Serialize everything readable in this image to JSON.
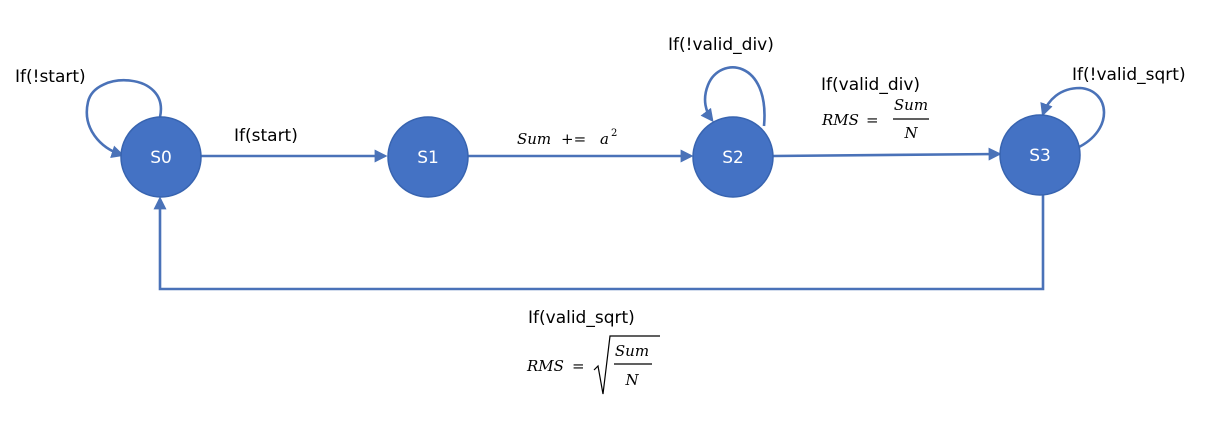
{
  "states": [
    {
      "id": "S0",
      "label": "S0"
    },
    {
      "id": "S1",
      "label": "S1"
    },
    {
      "id": "S2",
      "label": "S2"
    },
    {
      "id": "S3",
      "label": "S3"
    }
  ],
  "colors": {
    "state_fill": "#4472c4",
    "edge": "#4a72b8",
    "text": "#000000"
  },
  "transitions": {
    "s0_self": "If(!start)",
    "s0_s1": "If(start)",
    "s1_s2_lhs": "Sum",
    "s1_s2_op": "+=",
    "s1_s2_rhs": "a",
    "s1_s2_exp": "2",
    "s2_self": "If(!valid_div)",
    "s2_s3": "If(valid_div)",
    "s3_self": "If(!valid_sqrt)",
    "s3_s0": "If(valid_sqrt)"
  },
  "equations": {
    "div": {
      "lhs": "RMS",
      "eq": "=",
      "num": "Sum",
      "den": "N"
    },
    "sqrt": {
      "lhs": "RMS",
      "eq": "=",
      "num": "Sum",
      "den": "N"
    }
  }
}
